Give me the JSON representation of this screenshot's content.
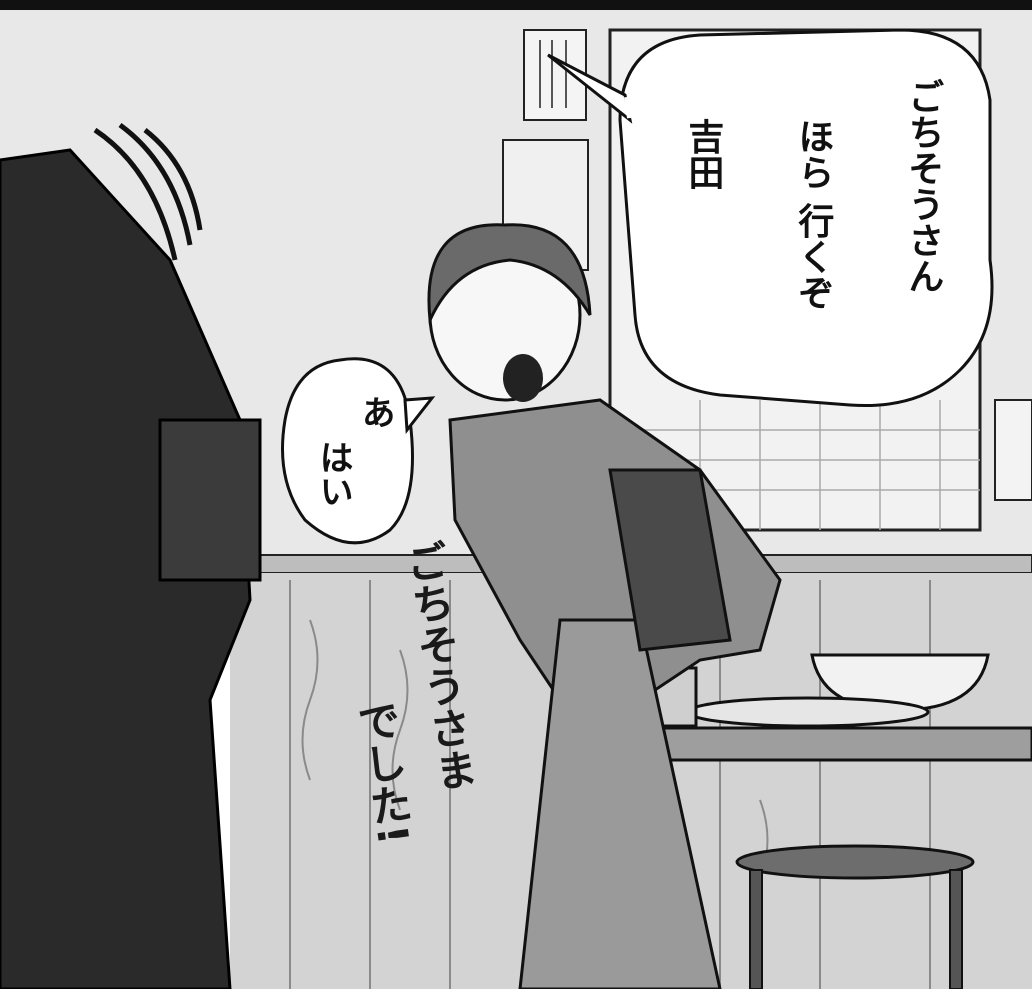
{
  "speech": {
    "main_col1": "ごちそうさん",
    "main_col2": "ほら 行くぞ",
    "main_col3": "吉田",
    "small_col1": "あ",
    "small_col2": "はい"
  },
  "sfx": {
    "col1": "ごちそうさま",
    "col2": "でした!"
  },
  "colors": {
    "ink": "#111111",
    "wall": "#e6e6e6",
    "wood": "#cfcfcf",
    "suit": "#2a2a2a",
    "jacket": "#8f8f8f"
  }
}
